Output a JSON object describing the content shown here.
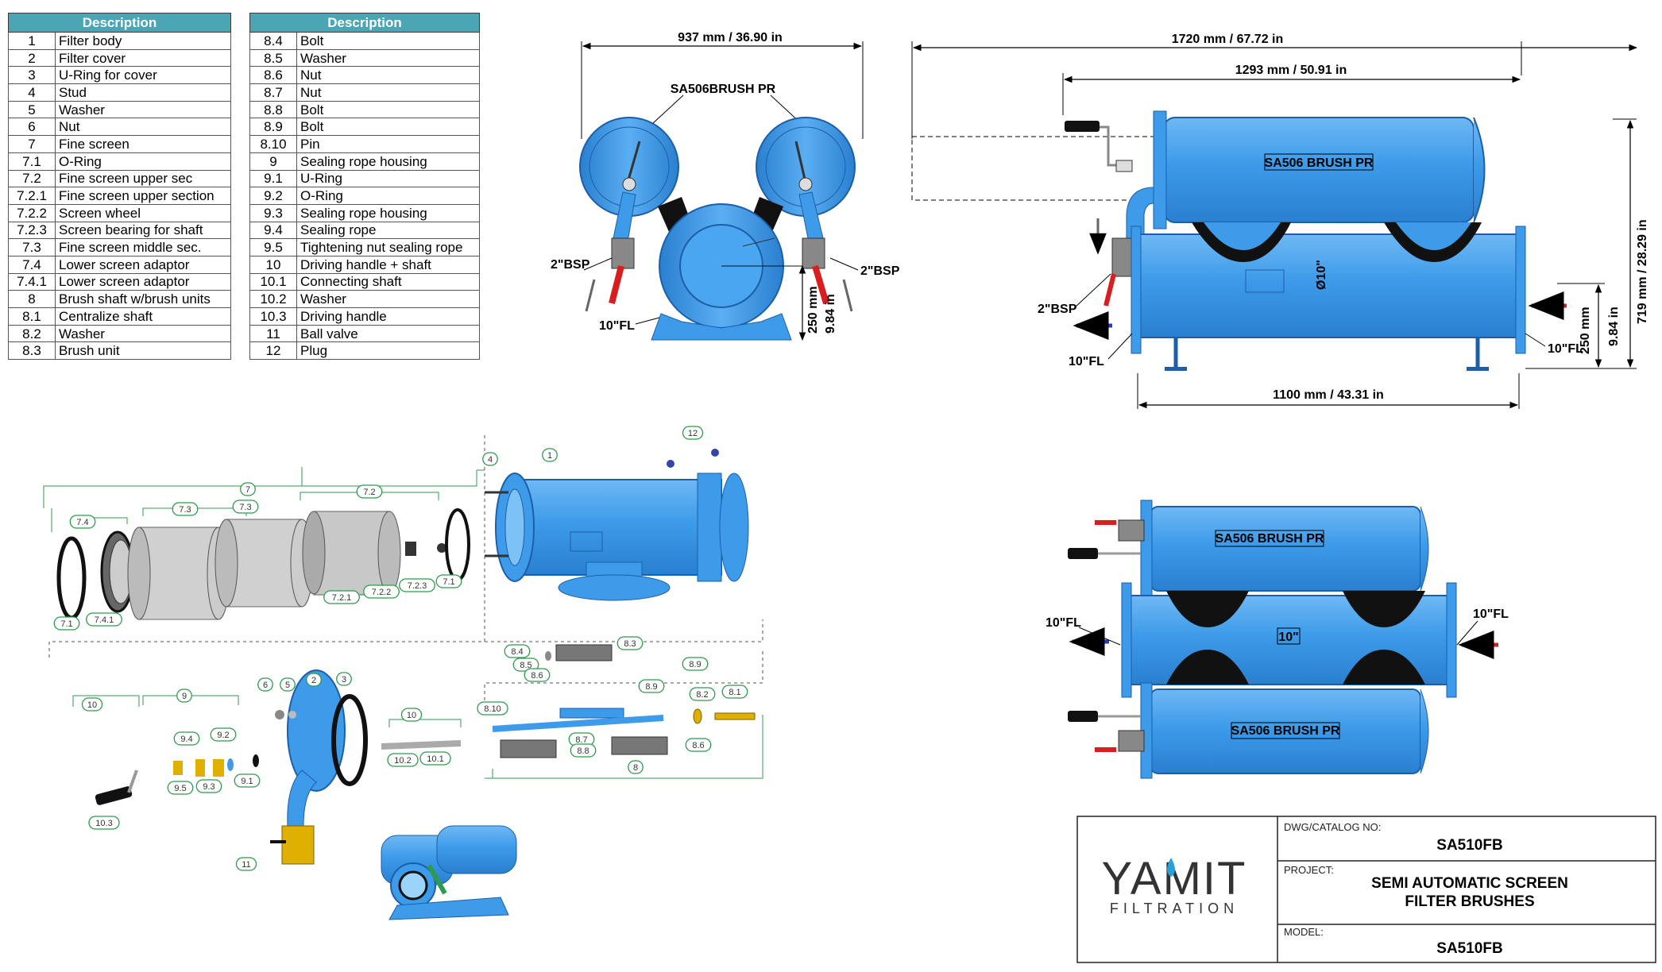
{
  "parts_table_1": {
    "header": "Description",
    "rows": [
      {
        "no": "1",
        "desc": "Filter body"
      },
      {
        "no": "2",
        "desc": "Filter cover"
      },
      {
        "no": "3",
        "desc": "U-Ring for cover"
      },
      {
        "no": "4",
        "desc": "Stud"
      },
      {
        "no": "5",
        "desc": "Washer"
      },
      {
        "no": "6",
        "desc": "Nut"
      },
      {
        "no": "7",
        "desc": "Fine screen"
      },
      {
        "no": "7.1",
        "desc": "O-Ring"
      },
      {
        "no": "7.2",
        "desc": "Fine screen upper sec"
      },
      {
        "no": "7.2.1",
        "desc": "Fine screen upper section"
      },
      {
        "no": "7.2.2",
        "desc": "Screen wheel"
      },
      {
        "no": "7.2.3",
        "desc": "Screen bearing for shaft"
      },
      {
        "no": "7.3",
        "desc": "Fine screen middle sec."
      },
      {
        "no": "7.4",
        "desc": "Lower screen adaptor"
      },
      {
        "no": "7.4.1",
        "desc": "Lower screen adaptor"
      },
      {
        "no": "8",
        "desc": "Brush shaft w/brush units"
      },
      {
        "no": "8.1",
        "desc": "Centralize shaft"
      },
      {
        "no": "8.2",
        "desc": "Washer"
      },
      {
        "no": "8.3",
        "desc": "Brush unit"
      }
    ]
  },
  "parts_table_2": {
    "header": "Description",
    "rows": [
      {
        "no": "8.4",
        "desc": "Bolt"
      },
      {
        "no": "8.5",
        "desc": "Washer"
      },
      {
        "no": "8.6",
        "desc": "Nut"
      },
      {
        "no": "8.7",
        "desc": "Nut"
      },
      {
        "no": "8.8",
        "desc": "Bolt"
      },
      {
        "no": "8.9",
        "desc": "Bolt"
      },
      {
        "no": "8.10",
        "desc": "Pin"
      },
      {
        "no": "9",
        "desc": "Sealing rope housing"
      },
      {
        "no": "9.1",
        "desc": "U-Ring"
      },
      {
        "no": "9.2",
        "desc": "O-Ring"
      },
      {
        "no": "9.3",
        "desc": "Sealing rope housing"
      },
      {
        "no": "9.4",
        "desc": "Sealing rope"
      },
      {
        "no": "9.5",
        "desc": "Tightening nut sealing rope"
      },
      {
        "no": "10",
        "desc": "Driving handle + shaft"
      },
      {
        "no": "10.1",
        "desc": "Connecting shaft"
      },
      {
        "no": "10.2",
        "desc": "Washer"
      },
      {
        "no": "10.3",
        "desc": "Driving handle"
      },
      {
        "no": "11",
        "desc": "Ball valve"
      },
      {
        "no": "12",
        "desc": "Plug"
      }
    ]
  },
  "front_view": {
    "width_dim": "937 mm / 36.90 in",
    "model_label": "SA506BRUSH PR",
    "bsp_left": "2\"BSP",
    "bsp_right": "2\"BSP",
    "flange_label": "10\"FL",
    "height_dim": "250 mm",
    "height_dim_in": "9.84 in"
  },
  "side_view": {
    "overall_dim": "1720 mm / 67.72 in",
    "upper_dim": "1293 mm / 50.91 in",
    "lower_dim": "1100 mm / 43.31 in",
    "height_dim": "719 mm / 28.29 in",
    "inlet_dim": "250 mm",
    "inlet_dim_in": "9.84 in",
    "model_label": "SA506 BRUSH PR",
    "diameter_label": "Ø10\"",
    "bsp_label": "2\"BSP",
    "flange_left": "10\"FL",
    "flange_right": "10\"FL"
  },
  "top_view": {
    "upper_label": "SA506 BRUSH PR",
    "center_label": "10\"",
    "lower_label": "SA506 BRUSH PR",
    "flange_left": "10\"FL",
    "flange_right": "10\"FL"
  },
  "exploded_view": {
    "callouts": [
      "1",
      "2",
      "3",
      "4",
      "5",
      "6",
      "7",
      "7.1",
      "7.1",
      "7.2",
      "7.2.1",
      "7.2.2",
      "7.2.3",
      "7.3",
      "7.3",
      "7.4",
      "7.4.1",
      "8",
      "8.1",
      "8.2",
      "8.3",
      "8.4",
      "8.5",
      "8.6",
      "8.6",
      "8.7",
      "8.8",
      "8.9",
      "8.9",
      "8.10",
      "9",
      "9.1",
      "9.2",
      "9.3",
      "9.4",
      "9.5",
      "10",
      "10",
      "10.1",
      "10.2",
      "10.3",
      "11",
      "12"
    ]
  },
  "title_block": {
    "logo_main": "YAMIT",
    "logo_sub": "FILTRATION",
    "dwg_label": "DWG/CATALOG NO:",
    "dwg_value": "SA510FB",
    "project_label": "PROJECT:",
    "project_line1": "SEMI AUTOMATIC SCREEN",
    "project_line2": "FILTER BRUSHES",
    "model_label": "MODEL:",
    "model_value": "SA510FB"
  },
  "colors": {
    "table_header": "#4aa6b4",
    "filter_body": "#3d9be9",
    "callout_green": "#2e9a4e",
    "outlet_arrow": "#1f3fc4",
    "inlet_arrow": "#d81e1e",
    "valve_handle": "#d81e1e",
    "logo_drop": "#2a9fd8"
  }
}
